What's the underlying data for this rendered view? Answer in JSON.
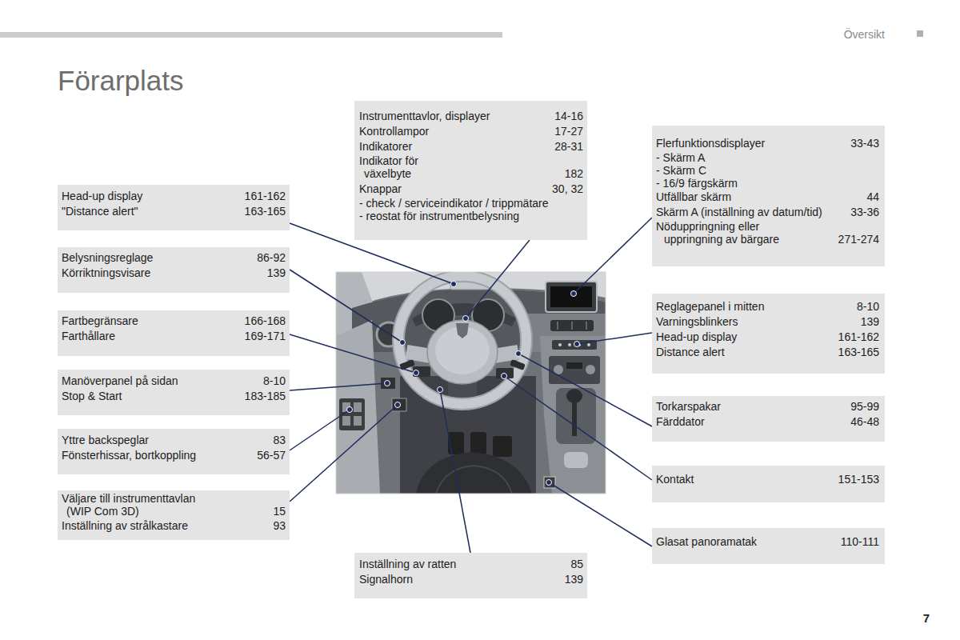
{
  "diagram": {
    "title": "Förarplats",
    "nodes": [
      {
        "text": [
          "Instrumenttavlor, displayer",
          "14-16",
          "Kontrollampor",
          "17-27",
          "Indikatorer",
          "28-31",
          "Indikator för växelbyte",
          "182",
          "Knappar",
          "30, 32",
          "- check / serviceindikator / trippmätare",
          "- reostat för instrumentbelysning"
        ]
      },
      {
        "text": [
          "Head-up display",
          "161-162",
          "\"Distance alert\"",
          "163-165"
        ]
      },
      {
        "text": [
          "Belysningsreglage",
          "86-92",
          "Körriktningsvisare",
          "139"
        ]
      },
      {
        "text": [
          "Fartbegränsare",
          "166-168",
          "Farthållare",
          "169-171"
        ]
      },
      {
        "text": [
          "Manöverpanel på sidan",
          "8-10",
          "Stop & Start",
          "183-185"
        ]
      },
      {
        "text": [
          "Yttre backspeglar",
          "83",
          "Fönsterhissar, bortkoppling",
          "56-57"
        ]
      },
      {
        "text": [
          "Väljare till instrumenttavlan (WIP Com 3D)",
          "15",
          "Inställning av strålkastare",
          "93"
        ]
      },
      {
        "text": [
          "Flerfunktionsdisplayer",
          "33-43",
          "- Skärm A",
          "- Skärm C",
          "- 16/9 färgskärm",
          "Utfällbar skärm",
          "44",
          "Skärm A (inställning av datum/tid)",
          "33-36",
          "Nöduppringning eller uppringning av bärgare",
          "271-274"
        ]
      },
      {
        "text": [
          "Reglagepanel i mitten",
          "8-10",
          "Varningsblinkers",
          "139",
          "Head-up display",
          "161-162",
          "Distance alert",
          "163-165"
        ]
      },
      {
        "text": [
          "Torkarspakar",
          "95-99",
          "Färddator",
          "46-48"
        ]
      },
      {
        "text": [
          "Kontakt",
          "151-153"
        ]
      },
      {
        "text": [
          "Glasat panoramatak",
          "110-111"
        ]
      },
      {
        "text": [
          "Inställning av ratten",
          "85",
          "Signalhorn",
          "139"
        ]
      }
    ],
    "labels": [
      "Översikt",
      "7"
    ]
  }
}
